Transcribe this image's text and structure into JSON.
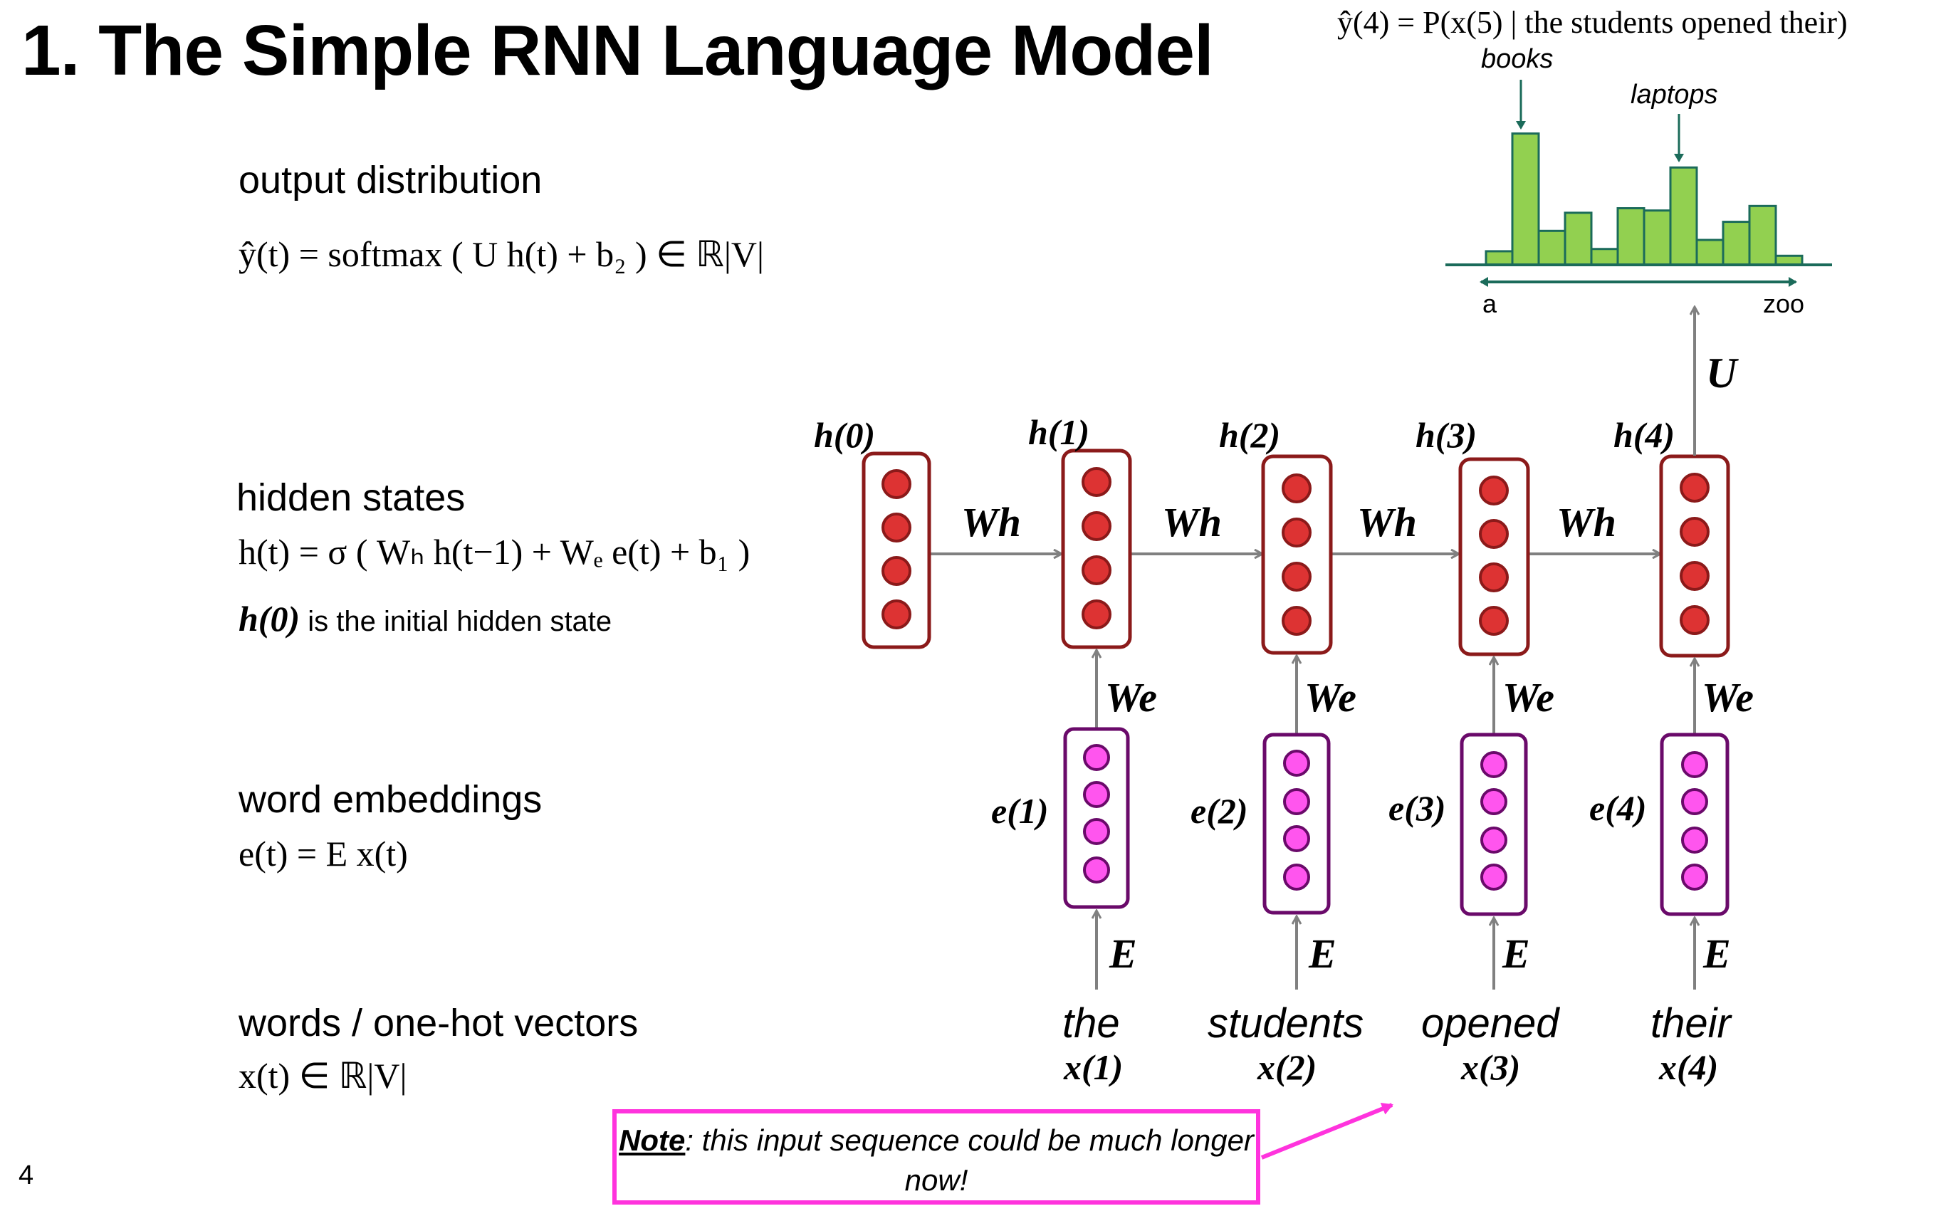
{
  "slide": {
    "title": "1. The Simple RNN Language Model",
    "page_number": "4"
  },
  "left": {
    "output_label": "output distribution",
    "output_eq": "ŷ(t) = softmax ( U h(t) + b₂ ) ∈ ℝ|V|",
    "hidden_label": "hidden states",
    "hidden_eq": "h(t) = σ ( Wₕ h(t−1) + Wₑ e(t) + b₁ )",
    "hidden_init_sym": "h(0)",
    "hidden_init_text": " is the initial hidden state",
    "embed_label": "word embeddings",
    "embed_eq": "e(t) = E x(t)",
    "words_label": "words / one-hot vectors",
    "words_eq": "x(t) ∈ ℝ|V|"
  },
  "diagram": {
    "hidden_labels": [
      "h(0)",
      "h(1)",
      "h(2)",
      "h(3)",
      "h(4)"
    ],
    "embed_labels": [
      "e(1)",
      "e(2)",
      "e(3)",
      "e(4)"
    ],
    "words": [
      "the",
      "students",
      "opened",
      "their"
    ],
    "x_labels": [
      "x(1)",
      "x(2)",
      "x(3)",
      "x(4)"
    ],
    "Wh_label": "Wh",
    "We_label": "We",
    "E_label": "E",
    "U_label": "U",
    "hidden_color": "#dd3333",
    "hidden_border": "#8b1a1a",
    "embed_color": "#ff55ee",
    "embed_border": "#6a0a6a"
  },
  "distribution": {
    "equation": "ŷ(4) = P(x(5) | the students opened their)",
    "label_books": "books",
    "label_laptops": "laptops",
    "axis_start": "a",
    "axis_end": "zoo",
    "bar_color": "#92d050",
    "bars": [
      0.06,
      0.58,
      0.15,
      0.23,
      0.07,
      0.25,
      0.24,
      0.43,
      0.11,
      0.19,
      0.26,
      0.04
    ]
  },
  "note": {
    "label": "Note",
    "text": ": this input sequence could be much longer now!"
  }
}
